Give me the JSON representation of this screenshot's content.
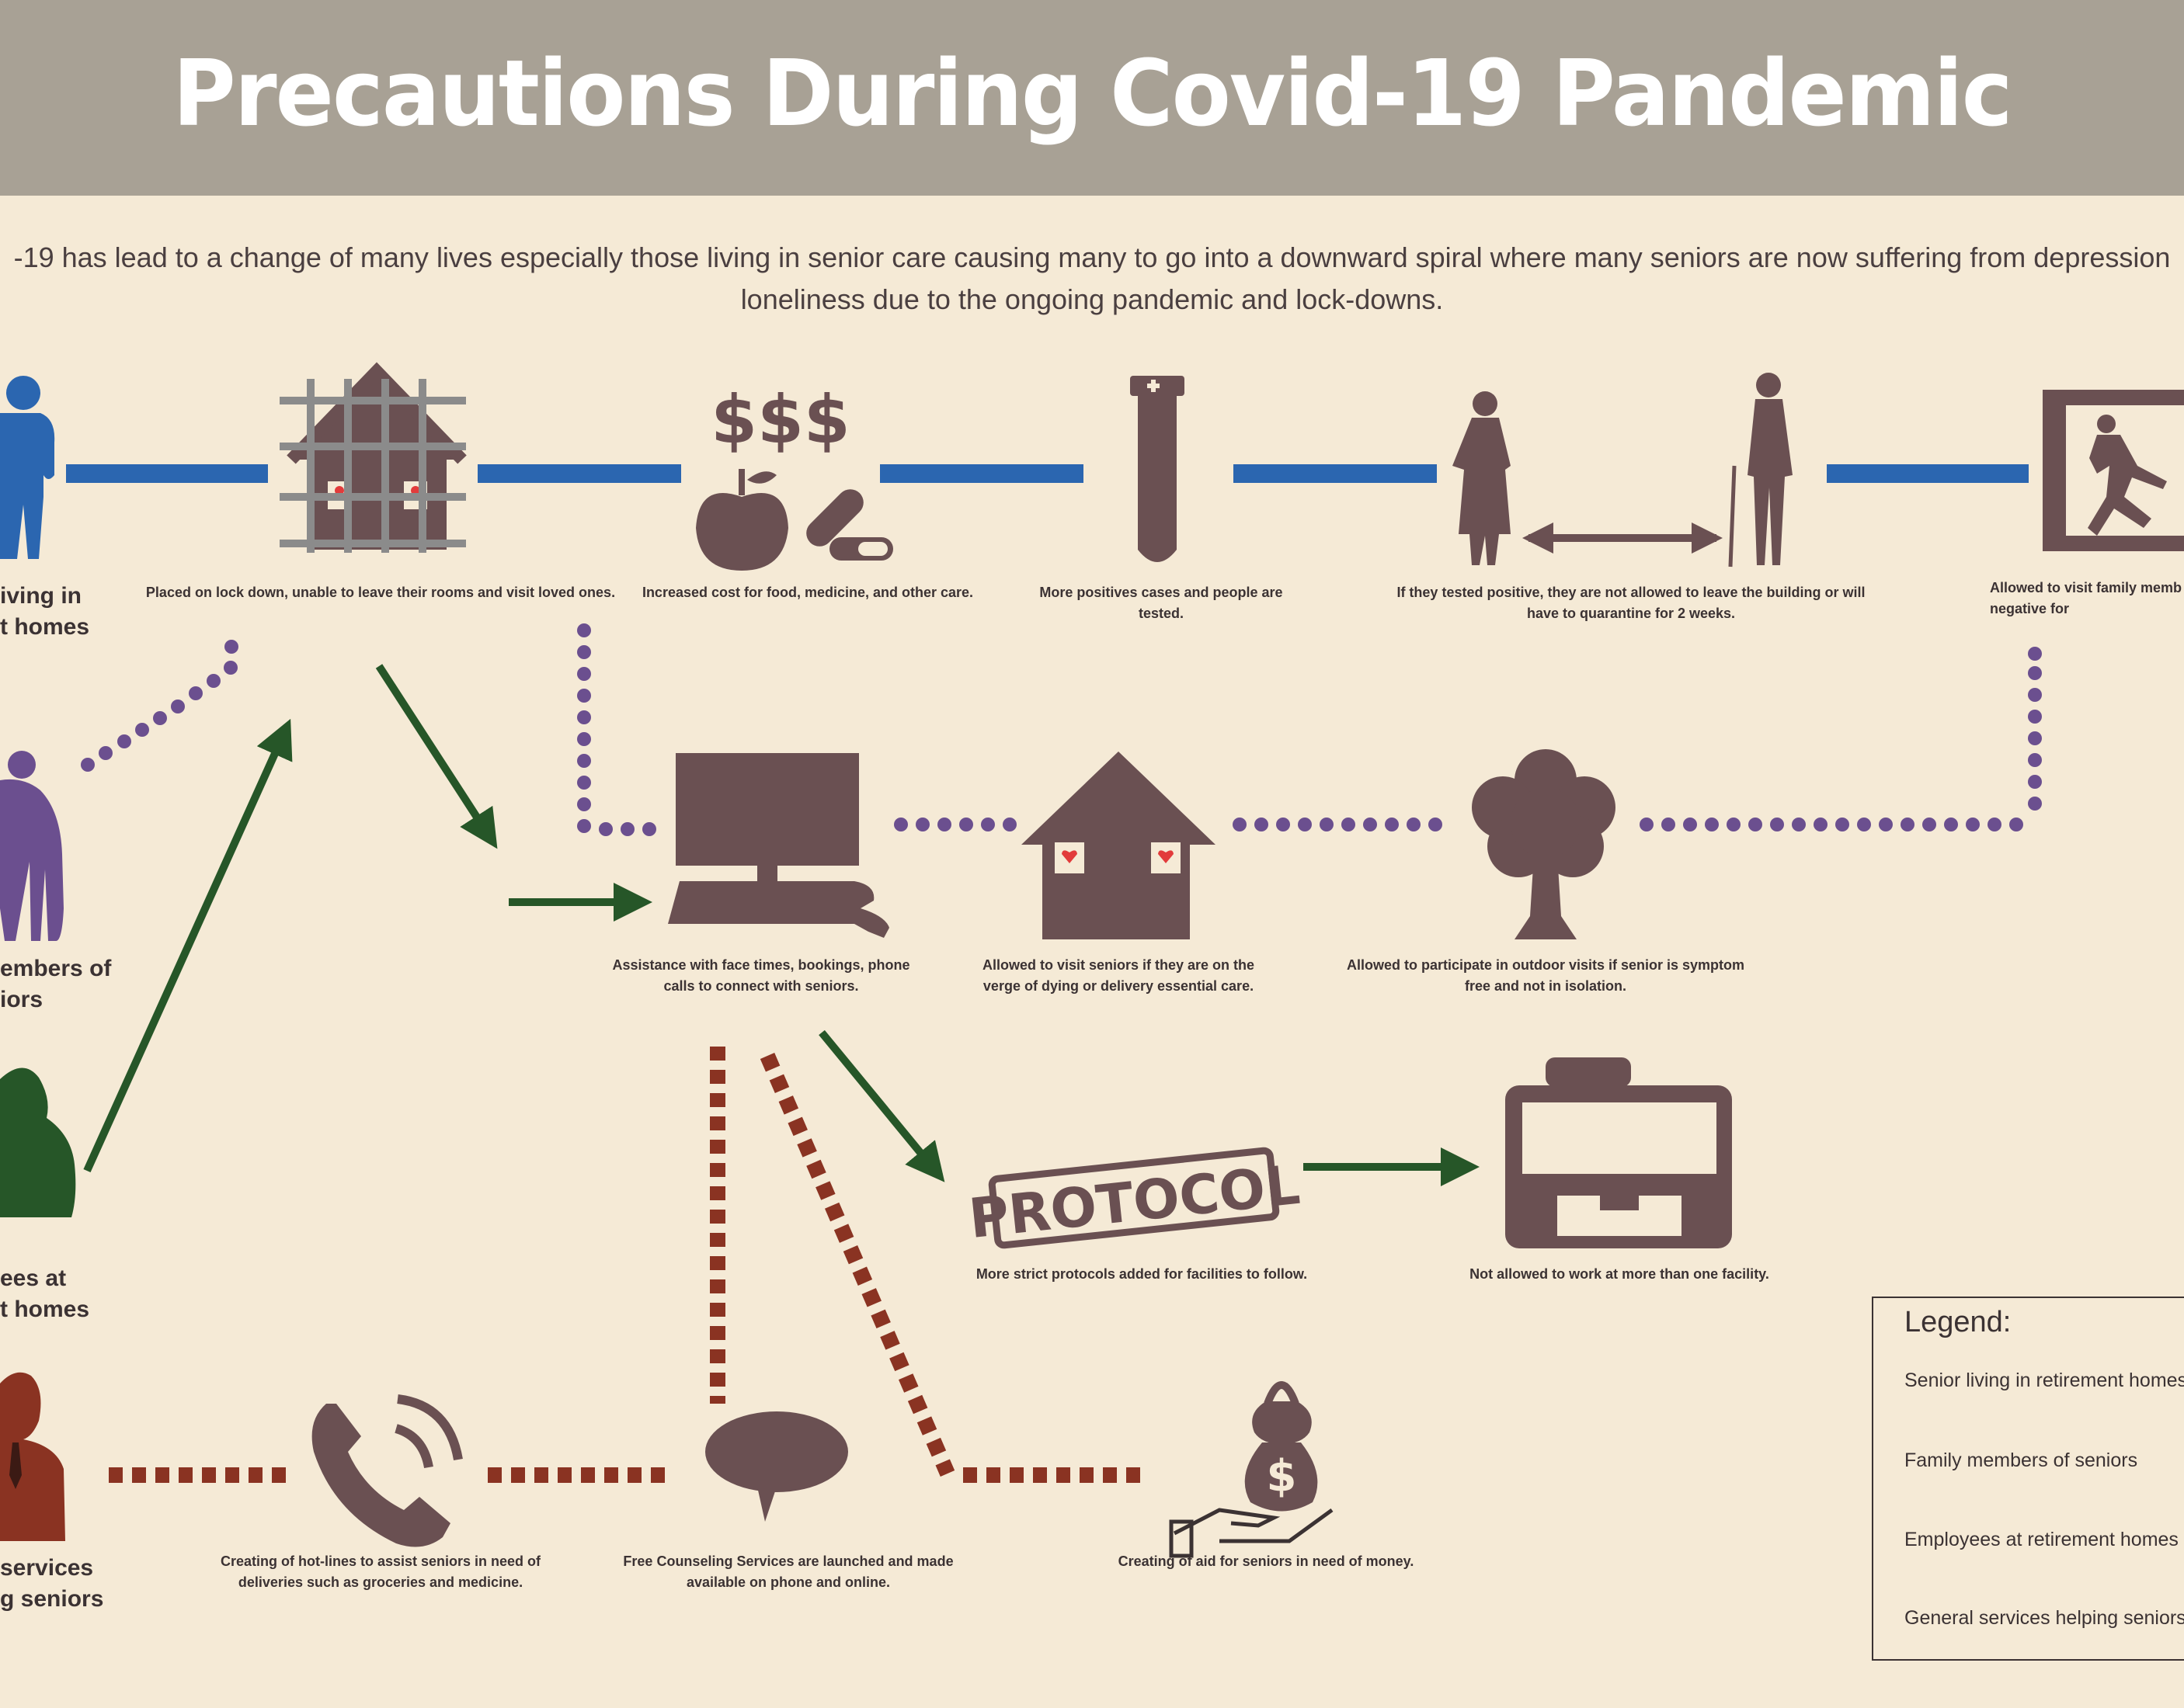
{
  "header": {
    "title": "Precautions During Covid-19 Pandemic"
  },
  "intro": {
    "line1": "-19 has lead to a change of many lives especially those living in senior care causing many to go into a downward spiral where many seniors are now suffering from depression",
    "line2": "loneliness due to the ongoing pandemic and lock-downs."
  },
  "groups": {
    "seniors": {
      "line1": "iving in",
      "line2": "t homes",
      "color": "#2b66b0"
    },
    "family": {
      "line1": "embers of",
      "line2": "iors",
      "color": "#6b4f8f"
    },
    "employees": {
      "line1": "ees at",
      "line2": "t homes",
      "color": "#265628"
    },
    "services": {
      "line1": "services",
      "line2": "g seniors",
      "color": "#8a3322"
    }
  },
  "steps": {
    "lockdown": "Placed on lock down, unable to leave their rooms and visit loved ones.",
    "cost": "Increased cost for food, medicine, and other care.",
    "cost_icon_text": "$$$",
    "tested": "More positives cases and people are tested.",
    "quarantine": "If they tested positive, they are not allowed to leave the building or will have to quarantine for 2 weeks.",
    "visit_family": "Allowed to visit family memb tested negative for",
    "assist": "Assistance with face times, bookings, phone calls to connect with seniors.",
    "visit_dying": "Allowed to visit seniors if they are on the verge of dying or delivery essential care.",
    "outdoor": "Allowed to participate in outdoor visits if senior is symptom free and not in isolation.",
    "protocol": "More strict protocols added for facilities to follow.",
    "protocol_stamp": "PROTOCOL",
    "one_facility": "Not allowed to work at more than one facility.",
    "hotlines": "Creating of hot-lines to assist seniors in need of deliveries such as groceries and medicine.",
    "counseling": "Free Counseling Services are launched and made available on phone and online.",
    "aid": "Creating of aid for seniors in need of money."
  },
  "legend": {
    "title": "Legend:",
    "items": [
      "Senior living in retirement homes",
      "Family members of seniors",
      "Employees at retirement homes",
      "General services helping seniors"
    ]
  },
  "colors": {
    "background": "#f5ead6",
    "header": "#a8a195",
    "icon": "#6a5052",
    "blue_line": "#2b66b0",
    "purple_dots": "#6b4f8f",
    "green_arrows": "#265628",
    "red_dashes": "#8a3322"
  }
}
